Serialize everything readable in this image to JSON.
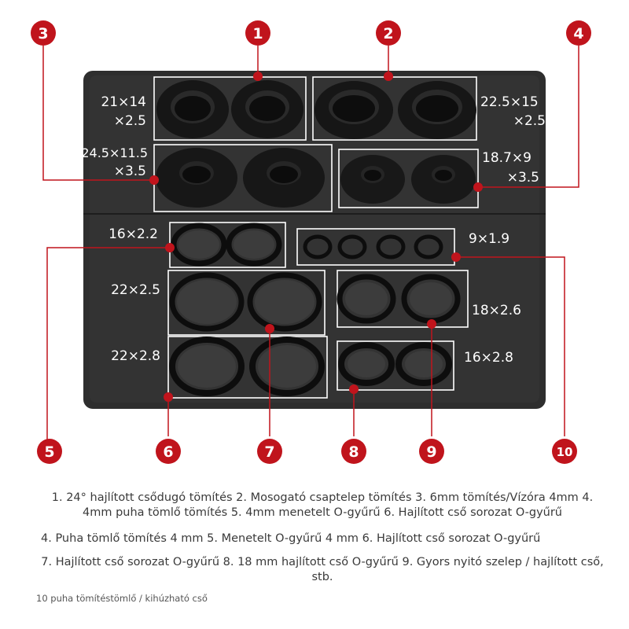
{
  "badge_color": "#c0141c",
  "tray_color": "#2c2c2c",
  "badges": [
    "1",
    "2",
    "3",
    "4",
    "5",
    "6",
    "7",
    "8",
    "9",
    "10"
  ],
  "sizes": {
    "s1a": "21×14",
    "s1b": "×2.5",
    "s2a": "22.5×15",
    "s2b": "×2.5",
    "s3a": "24.5×11.5",
    "s3b": "×3.5",
    "s4a": "18.7×9",
    "s4b": "×3.5",
    "s5": "16×2.2",
    "s10": "9×1.9",
    "s7a": "22×2.5",
    "s9": "18×2.6",
    "s6": "22×2.8",
    "s8": "16×2.8"
  },
  "captions": {
    "line1": "1. 24° hajlított csődugó tömítés 2. Mosogató csaptelep tömítés 3. 6mm tömítés/Vízóra 4mm 4. 4mm puha tömlő tömítés 5. 4mm menetelt O-gyűrű 6. Hajlított cső sorozat O-gyűrű",
    "line2": "4. Puha tömlő tömítés 4 mm 5. Menetelt O-gyűrű 4 mm 6. Hajlított cső sorozat O-gyűrű",
    "line3": "7. Hajlított cső sorozat O-gyűrű 8. 18 mm hajlított cső O-gyűrű 9. Gyors nyitó szelep / hajlított cső, stb.",
    "line4": "10 puha tömítéstömlő / kihúzható cső"
  }
}
